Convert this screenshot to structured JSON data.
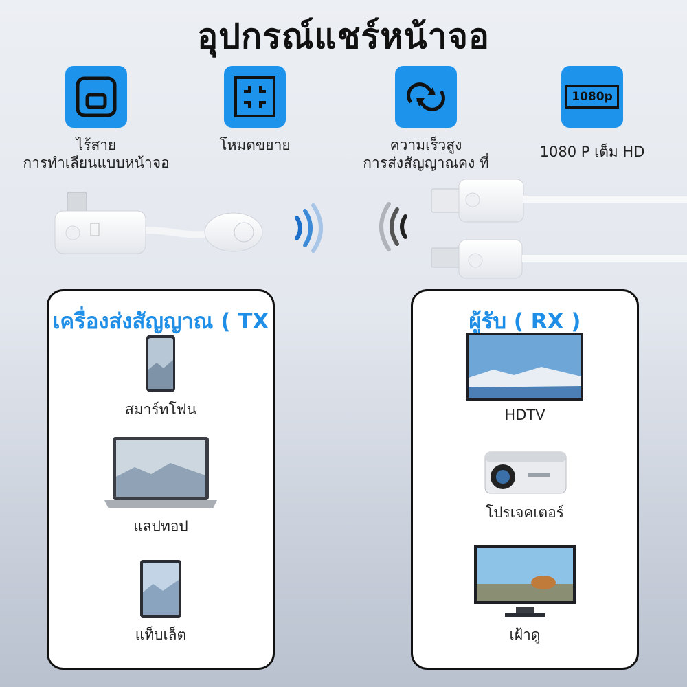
{
  "title": "อุปกรณ์แชร์หน้าจอ",
  "features": [
    {
      "icon": "screen-mirror-icon",
      "label": "ไร้สาย\nการทำเลียนแบบหน้าจอ"
    },
    {
      "icon": "expand-mode-icon",
      "label": "โหมดขยาย"
    },
    {
      "icon": "sync-arrows-icon",
      "label": "ความเร็วสูง\nการส่งสัญญาณคง ที่"
    },
    {
      "icon": "resolution-1080p-icon",
      "label": "1080 P เต็ม HD",
      "badge": "1080p"
    }
  ],
  "tx": {
    "heading": "เครื่องส่งสัญญาณ ( TX )",
    "items": [
      {
        "icon": "smartphone-icon",
        "label": "สมาร์ทโฟน"
      },
      {
        "icon": "laptop-icon",
        "label": "แลปทอป"
      },
      {
        "icon": "tablet-icon",
        "label": "แท็บเล็ต"
      }
    ]
  },
  "rx": {
    "heading": "ผู้รับ ( RX )",
    "items": [
      {
        "icon": "hdtv-icon",
        "label": "HDTV"
      },
      {
        "icon": "projector-icon",
        "label": "โปรเจคเตอร์"
      },
      {
        "icon": "monitor-icon",
        "label": "เฝ้าดู"
      }
    ]
  },
  "colors": {
    "accent": "#1e93ec",
    "heading_blue": "#1e8ee6",
    "background": "#e3e7ee"
  }
}
